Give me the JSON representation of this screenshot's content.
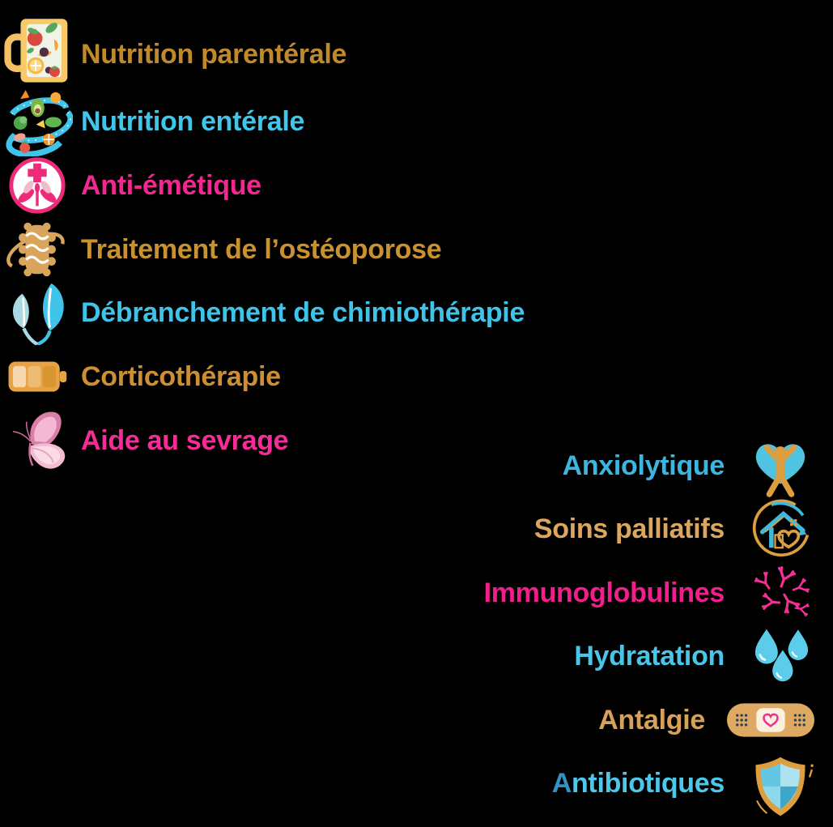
{
  "background_color": "#000000",
  "palette": {
    "gold_dark": "#c0892c",
    "gold_mid": "#cd8f33",
    "tan_light": "#dca660",
    "cyan": "#41c6e9",
    "pink": "#f2278f"
  },
  "left_column": {
    "items": [
      {
        "label": "Nutrition parentérale",
        "color": "#c0892c",
        "icon": "infused-water-jar-icon"
      },
      {
        "label": "Nutrition entérale",
        "color": "#41c6e9",
        "icon": "measuring-tape-foods-icon"
      },
      {
        "label": "Anti-émétique",
        "color": "#f2278f",
        "icon": "medical-cross-plant-icon"
      },
      {
        "label": "Traitement de l’ostéoporose",
        "color": "#c7922f",
        "icon": "spine-icon"
      },
      {
        "label": "Débranchement de chimiothérapie",
        "color": "#3fc3e8",
        "icon": "two-leaves-icon"
      },
      {
        "label": "Corticothérapie",
        "color": "#cd8f33",
        "icon": "battery-icon"
      },
      {
        "label": "Aide au sevrage",
        "color": "#f82c96",
        "icon": "butterfly-icon"
      }
    ]
  },
  "right_column": {
    "items": [
      {
        "label": "Anxiolytique",
        "color": "#3cb6de",
        "icon": "heart-person-icon"
      },
      {
        "label": "Soins palliatifs",
        "color": "#dca660",
        "icon": "home-care-icon"
      },
      {
        "label": "Immunoglobulines",
        "color": "#f21e8c",
        "icon": "antibodies-icon"
      },
      {
        "label": "Hydratation",
        "color": "#49c5e7",
        "icon": "water-drops-icon"
      },
      {
        "label": "Antalgie",
        "color": "#d8a158",
        "icon": "bandage-heart-icon"
      },
      {
        "label": "Antibiotiques",
        "color": "#4cc8ea",
        "initial": "A",
        "initial_color": "#3391c4",
        "rest": "ntibiotiques",
        "icon": "shield-icon"
      }
    ]
  }
}
